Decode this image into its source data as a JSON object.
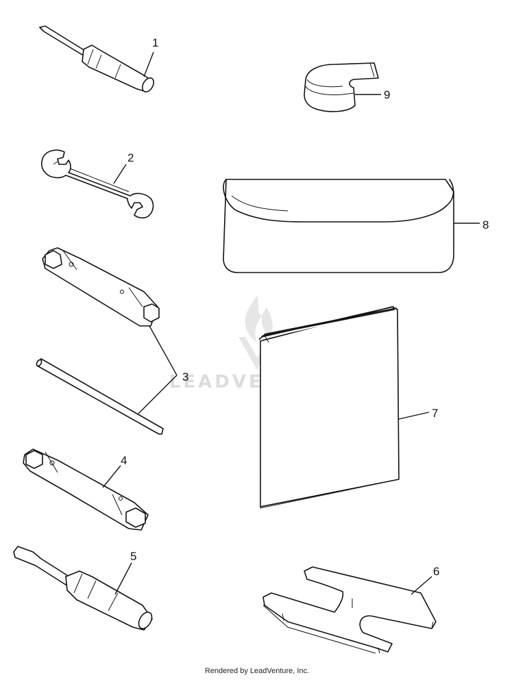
{
  "diagram": {
    "parts": [
      {
        "callout": "1",
        "name": "screwdriver-small"
      },
      {
        "callout": "2",
        "name": "open-end-wrench"
      },
      {
        "callout": "3",
        "name": "tube-wrench-with-bar"
      },
      {
        "callout": "4",
        "name": "tube-wrench"
      },
      {
        "callout": "5",
        "name": "screwdriver-large"
      },
      {
        "callout": "6",
        "name": "spanner-wrench"
      },
      {
        "callout": "7",
        "name": "manual-booklet"
      },
      {
        "callout": "8",
        "name": "tool-pouch"
      },
      {
        "callout": "9",
        "name": "strap"
      }
    ]
  },
  "watermark": {
    "text": "LEADVENTURE"
  },
  "footer": {
    "text": "Rendered by LeadVenture, Inc."
  },
  "colors": {
    "line": "#111111",
    "background": "#ffffff",
    "watermark": "#d9d9d9"
  }
}
